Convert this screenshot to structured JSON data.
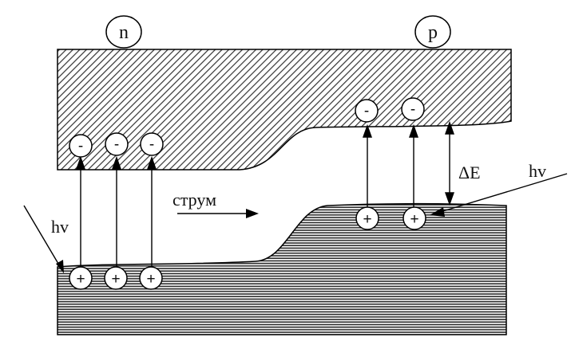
{
  "labels": {
    "n": "n",
    "p": "p",
    "current": "струм",
    "hv_left": "hv",
    "hv_right": "hv",
    "delta_e": "ΔE"
  },
  "signs": {
    "electron": "-",
    "hole": "+"
  }
}
